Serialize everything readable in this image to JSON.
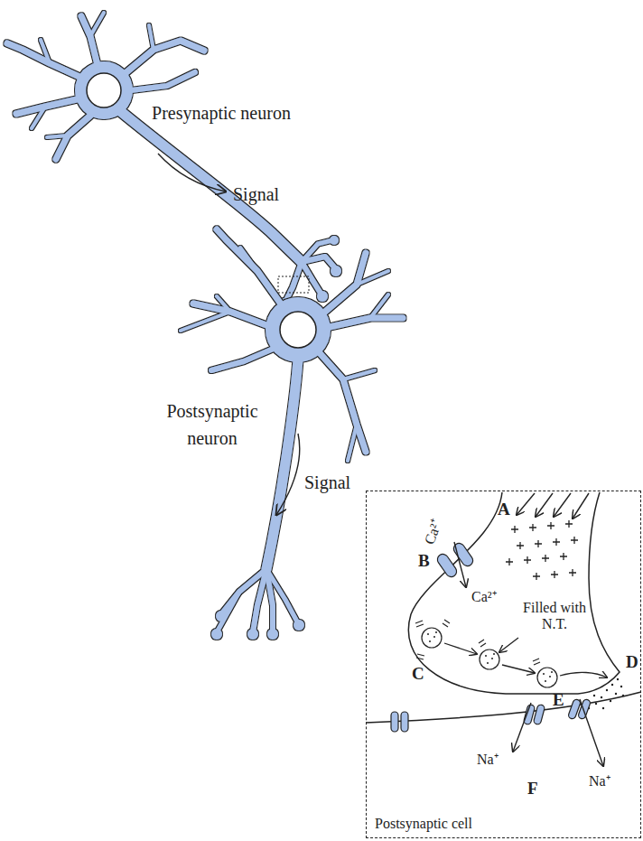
{
  "diagram": {
    "nodes": [
      {
        "text": [
          "Postsynaptic cell"
        ]
      }
    ],
    "labels": [
      "Presynaptic neuron",
      "Signal",
      "Postsynaptic neuron",
      "Signal",
      "A",
      "Ca²⁺",
      "B",
      "Ca²⁺",
      "C",
      "Filled with N.T.",
      "D",
      "E",
      "Na⁺",
      "F",
      "Na⁺"
    ]
  }
}
